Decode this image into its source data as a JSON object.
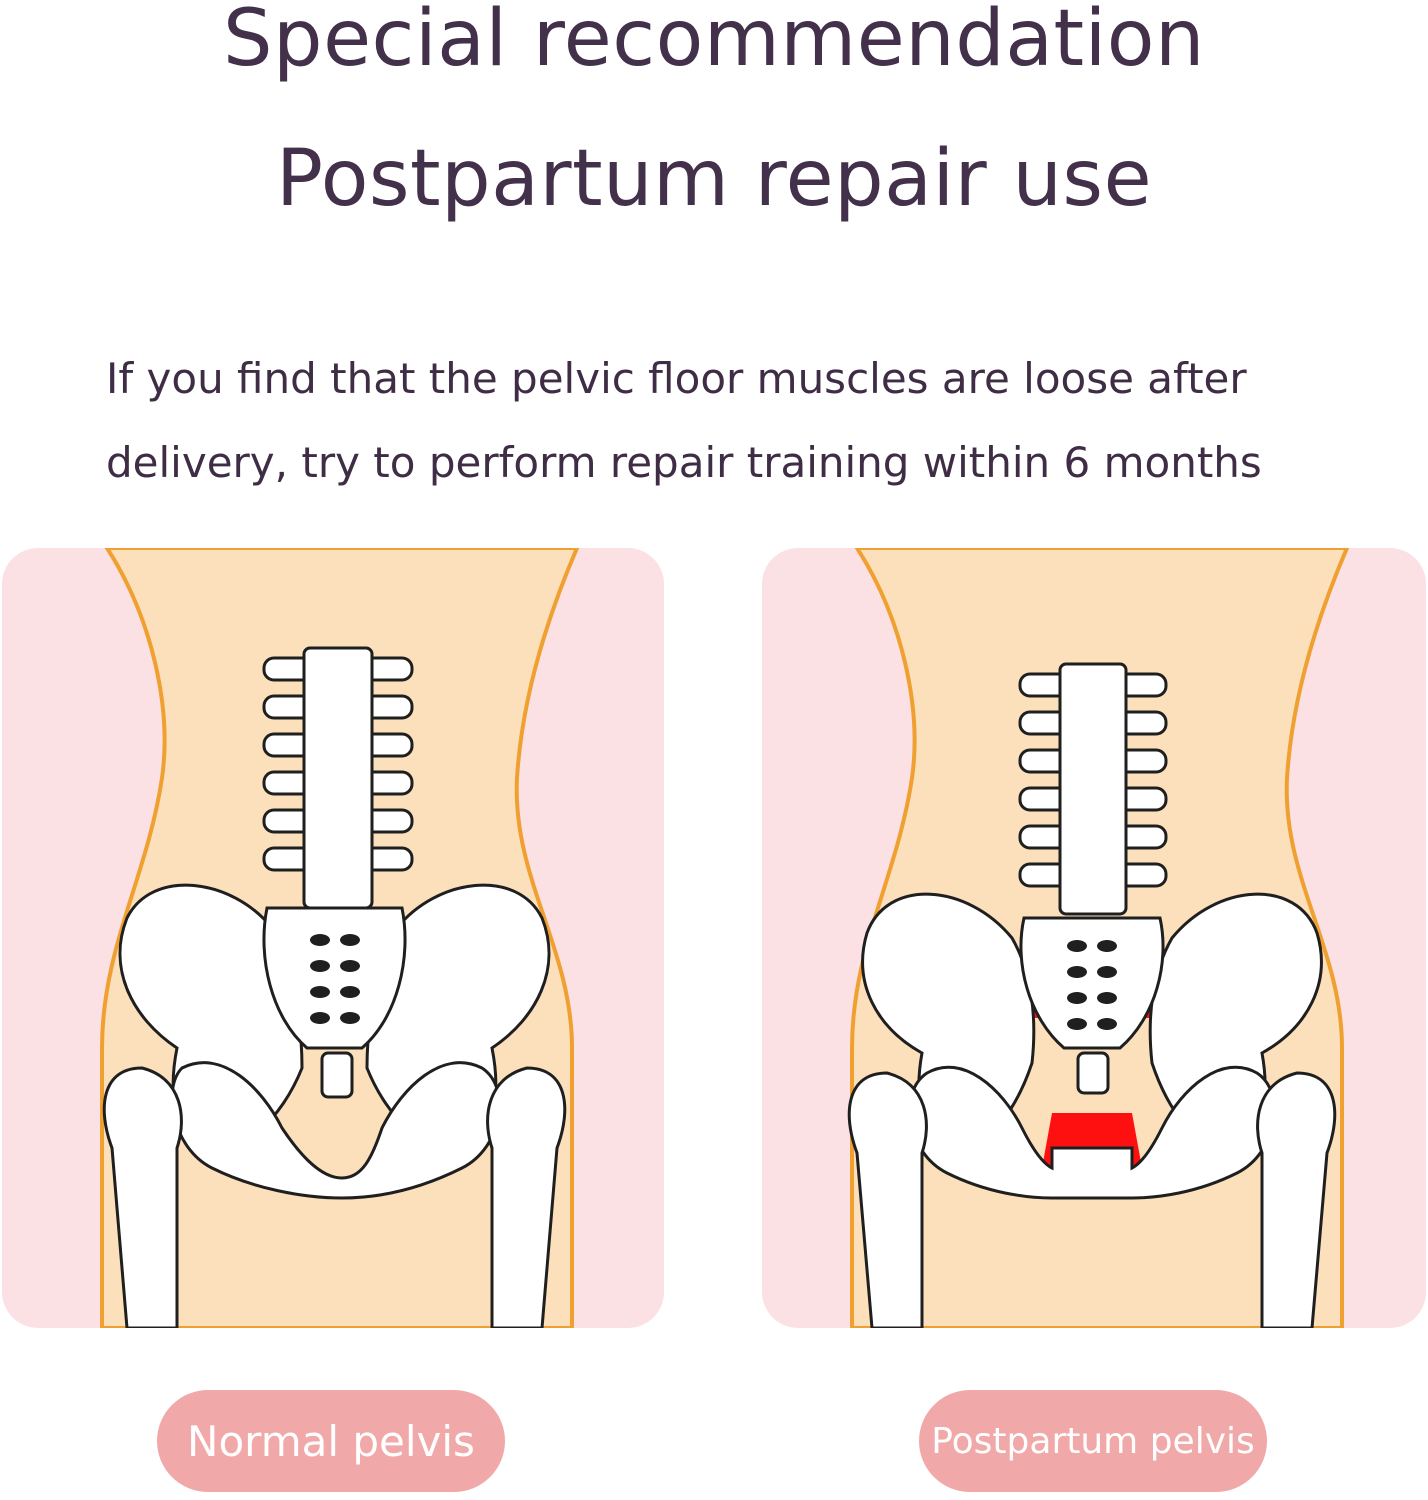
{
  "header": {
    "title_line1": "Special recommendation",
    "title_line2": "Postpartum repair use"
  },
  "description": {
    "line1": "If you find that the pelvic floor muscles are loose after",
    "line2": "delivery, try to perform repair training within 6 months"
  },
  "labels": {
    "normal": "Normal pelvis",
    "postpartum": "Postpartum pelvis"
  },
  "colors": {
    "title_text": "#43304a",
    "panel_background": "#fbe1e4",
    "body_skin": "#fbe0bb",
    "body_outline": "#f0a030",
    "bone_fill": "#ffffff",
    "bone_outline": "#1f1f1f",
    "loose_muscle_highlight": "#ff1010",
    "pill_background": "#f1a8a8",
    "pill_text": "#ffffff"
  }
}
